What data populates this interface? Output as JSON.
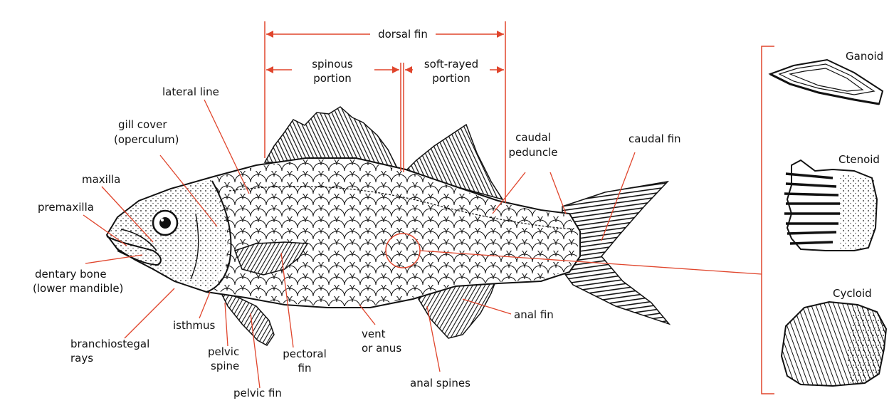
{
  "colors": {
    "leader": "#e0452c",
    "ink": "#111111",
    "background": "#ffffff"
  },
  "labels": {
    "dorsal_fin": "dorsal fin",
    "spinous_1": "spinous",
    "spinous_2": "portion",
    "soft_1": "soft-rayed",
    "soft_2": "portion",
    "lateral_line": "lateral line",
    "gill_cover_1": "gill cover",
    "gill_cover_2": "(operculum)",
    "maxilla": "maxilla",
    "premaxilla": "premaxilla",
    "dentary_1": "dentary bone",
    "dentary_2": "(lower mandible)",
    "branchiostegal_1": "branchiostegal",
    "branchiostegal_2": "rays",
    "isthmus": "isthmus",
    "pelvic_spine_1": "pelvic",
    "pelvic_spine_2": "spine",
    "pelvic_fin": "pelvic fin",
    "pectoral_1": "pectoral",
    "pectoral_2": "fin",
    "vent_1": "vent",
    "vent_2": "or anus",
    "anal_spines": "anal spines",
    "anal_fin": "anal fin",
    "caudal_peduncle_1": "caudal",
    "caudal_peduncle_2": "peduncle",
    "caudal_fin": "caudal fin"
  },
  "scales": {
    "ganoid": "Ganoid",
    "ctenoid": "Ctenoid",
    "cycloid": "Cycloid"
  }
}
